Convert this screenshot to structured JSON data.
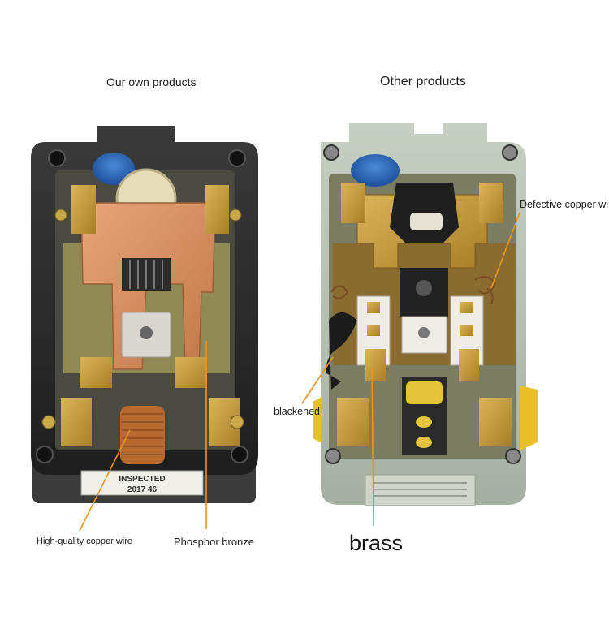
{
  "headings": {
    "left": "Our own products",
    "right": "Other products"
  },
  "callouts": {
    "defective": "Defective copper wire",
    "blackened": "blackened",
    "copper_wire": "High-quality copper wire",
    "phosphor": "Phosphor bronze",
    "brass": "brass"
  },
  "product_labels": {
    "left_sticker_line1": "INSPECTED",
    "left_sticker_line2": "2017 46"
  },
  "colors": {
    "callout_line": "#e8961e",
    "left_housing": "#2a2a2a",
    "right_housing": "#b8c1b3",
    "copper": "#d98f62",
    "brass": "#c39a3a",
    "coil": "#b8692f"
  }
}
